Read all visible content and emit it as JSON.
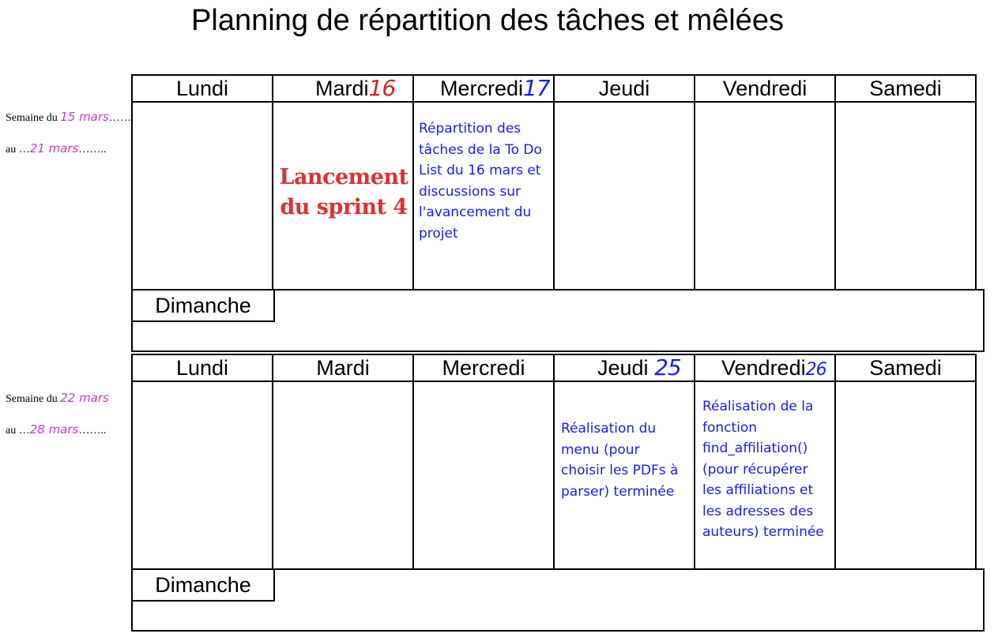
{
  "title": "Planning de répartition des tâches et mêlées",
  "weeks": [
    {
      "semaine_prefix": "Semaine du",
      "semaine_value": "15 mars",
      "semaine_dots": "…….",
      "au_prefix": "au",
      "au_dots_before": "…",
      "au_value": "21 mars",
      "au_dots_after": "……..",
      "days": [
        {
          "name": "Lundi",
          "num": ""
        },
        {
          "name": "Mardi",
          "num": "16"
        },
        {
          "name": "Mercredi",
          "num": "17"
        },
        {
          "name": "Jeudi",
          "num": ""
        },
        {
          "name": "Vendredi",
          "num": ""
        },
        {
          "name": "Samedi",
          "num": ""
        }
      ],
      "sunday": "Dimanche",
      "sprint": "Lancement du sprint 4",
      "note_wed": "Répartition des tâches de la To Do List du 16 mars et discussions sur l'avancement du projet"
    },
    {
      "semaine_prefix": "Semaine du",
      "semaine_value": "22 mars",
      "semaine_dots": "",
      "au_prefix": "au",
      "au_dots_before": "…",
      "au_value": "28 mars",
      "au_dots_after": "……..",
      "days": [
        {
          "name": "Lundi",
          "num": ""
        },
        {
          "name": "Mardi",
          "num": ""
        },
        {
          "name": "Mercredi",
          "num": ""
        },
        {
          "name": "Jeudi",
          "num": "25"
        },
        {
          "name": "Vendredi",
          "num": "26"
        },
        {
          "name": "Samedi",
          "num": ""
        }
      ],
      "sunday": "Dimanche",
      "note_thu": "Réalisation du menu (pour choisir les PDFs à parser) terminée",
      "note_fri": "Réalisation de la fonction find_affiliation() (pour récupérer les affiliations et les adresses des auteurs) terminée"
    }
  ],
  "colors": {
    "red": "#e02020",
    "blue": "#1a1aff",
    "purple": "#c040c0"
  }
}
